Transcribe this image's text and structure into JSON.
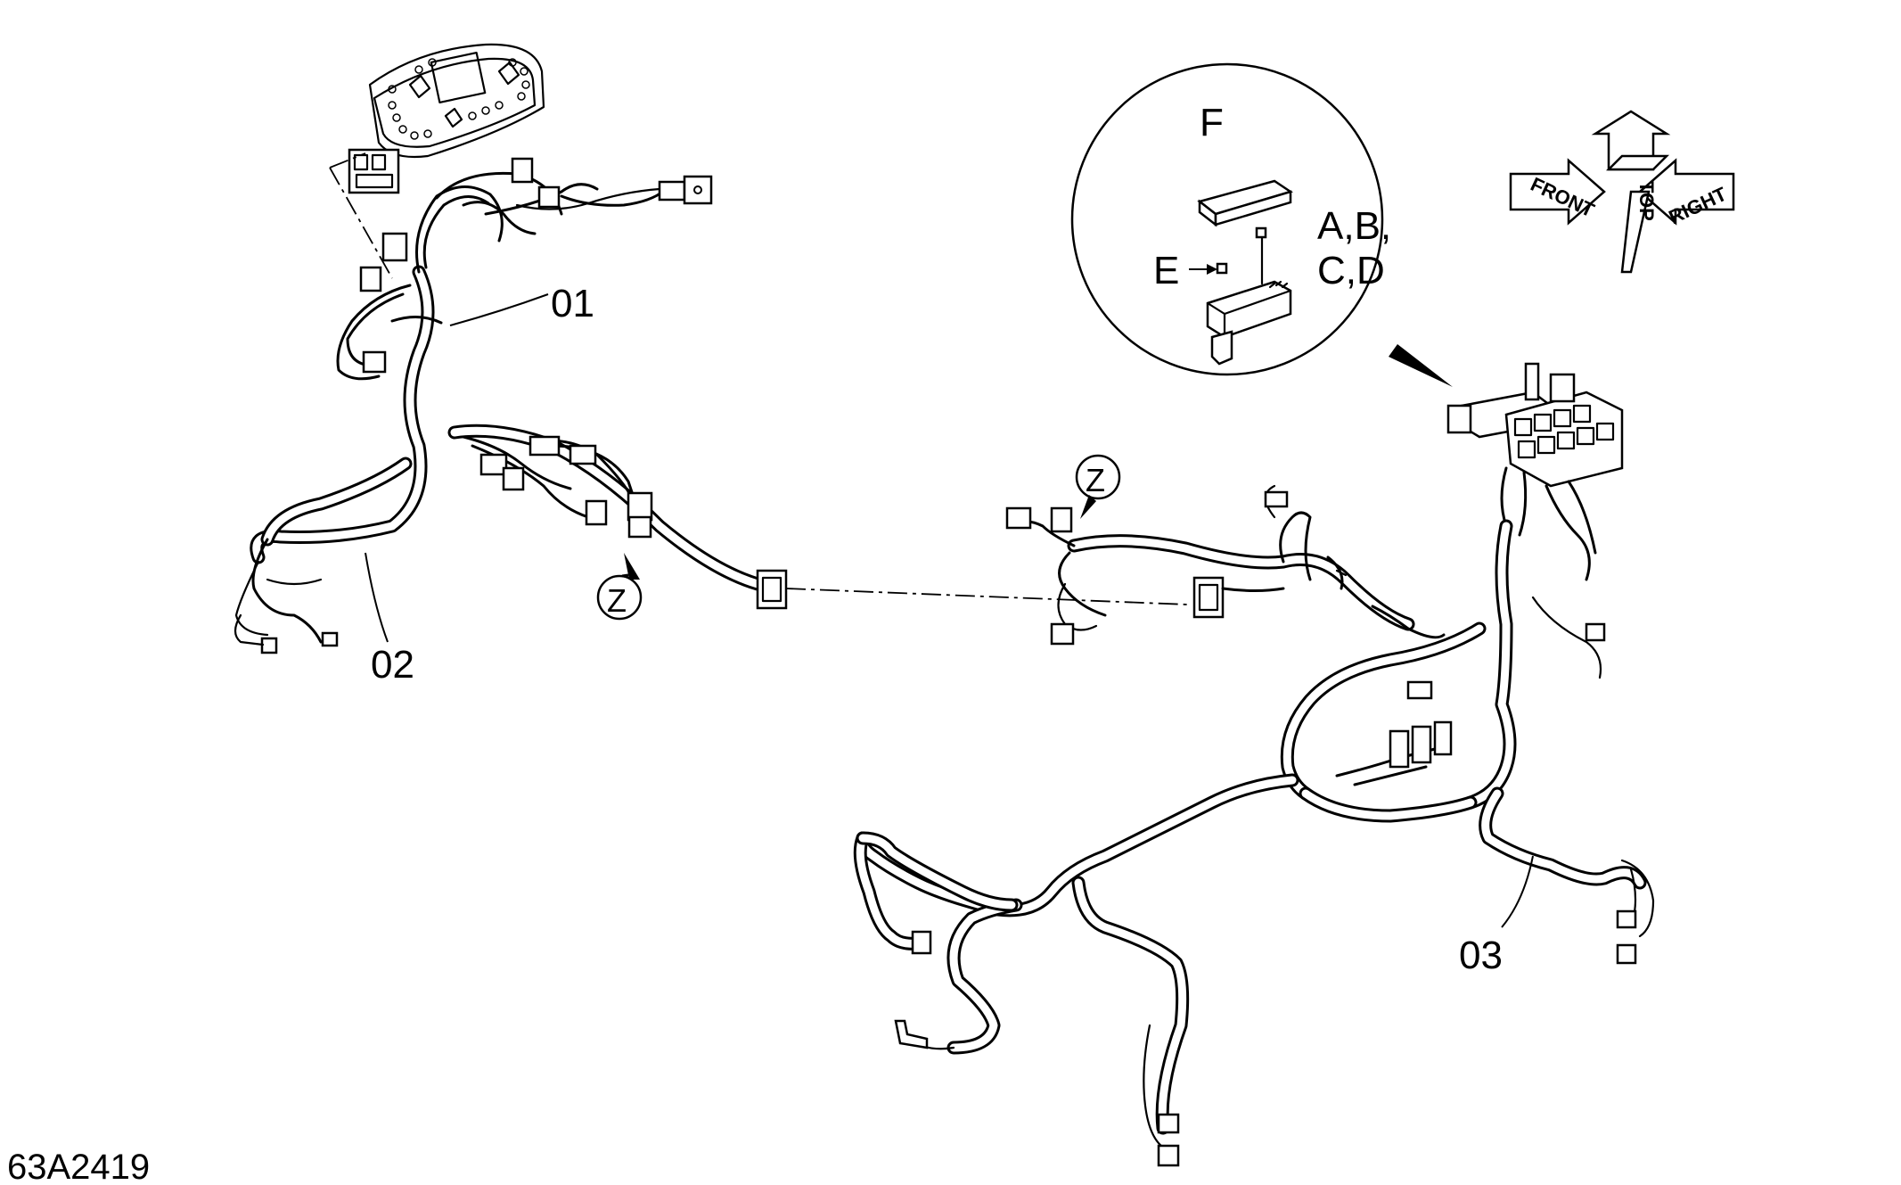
{
  "figure_id": "63A2419",
  "callouts": {
    "part_01": "01",
    "part_02": "02",
    "part_03": "03",
    "zone_z_left": "Z",
    "zone_z_right": "Z"
  },
  "detail": {
    "label_f": "F",
    "label_abcd_line1": "A,B,",
    "label_abcd_line2": "C,D",
    "label_e": "E"
  },
  "orientation": {
    "top": "TOP",
    "front": "FRONT",
    "right": "RIGHT"
  }
}
